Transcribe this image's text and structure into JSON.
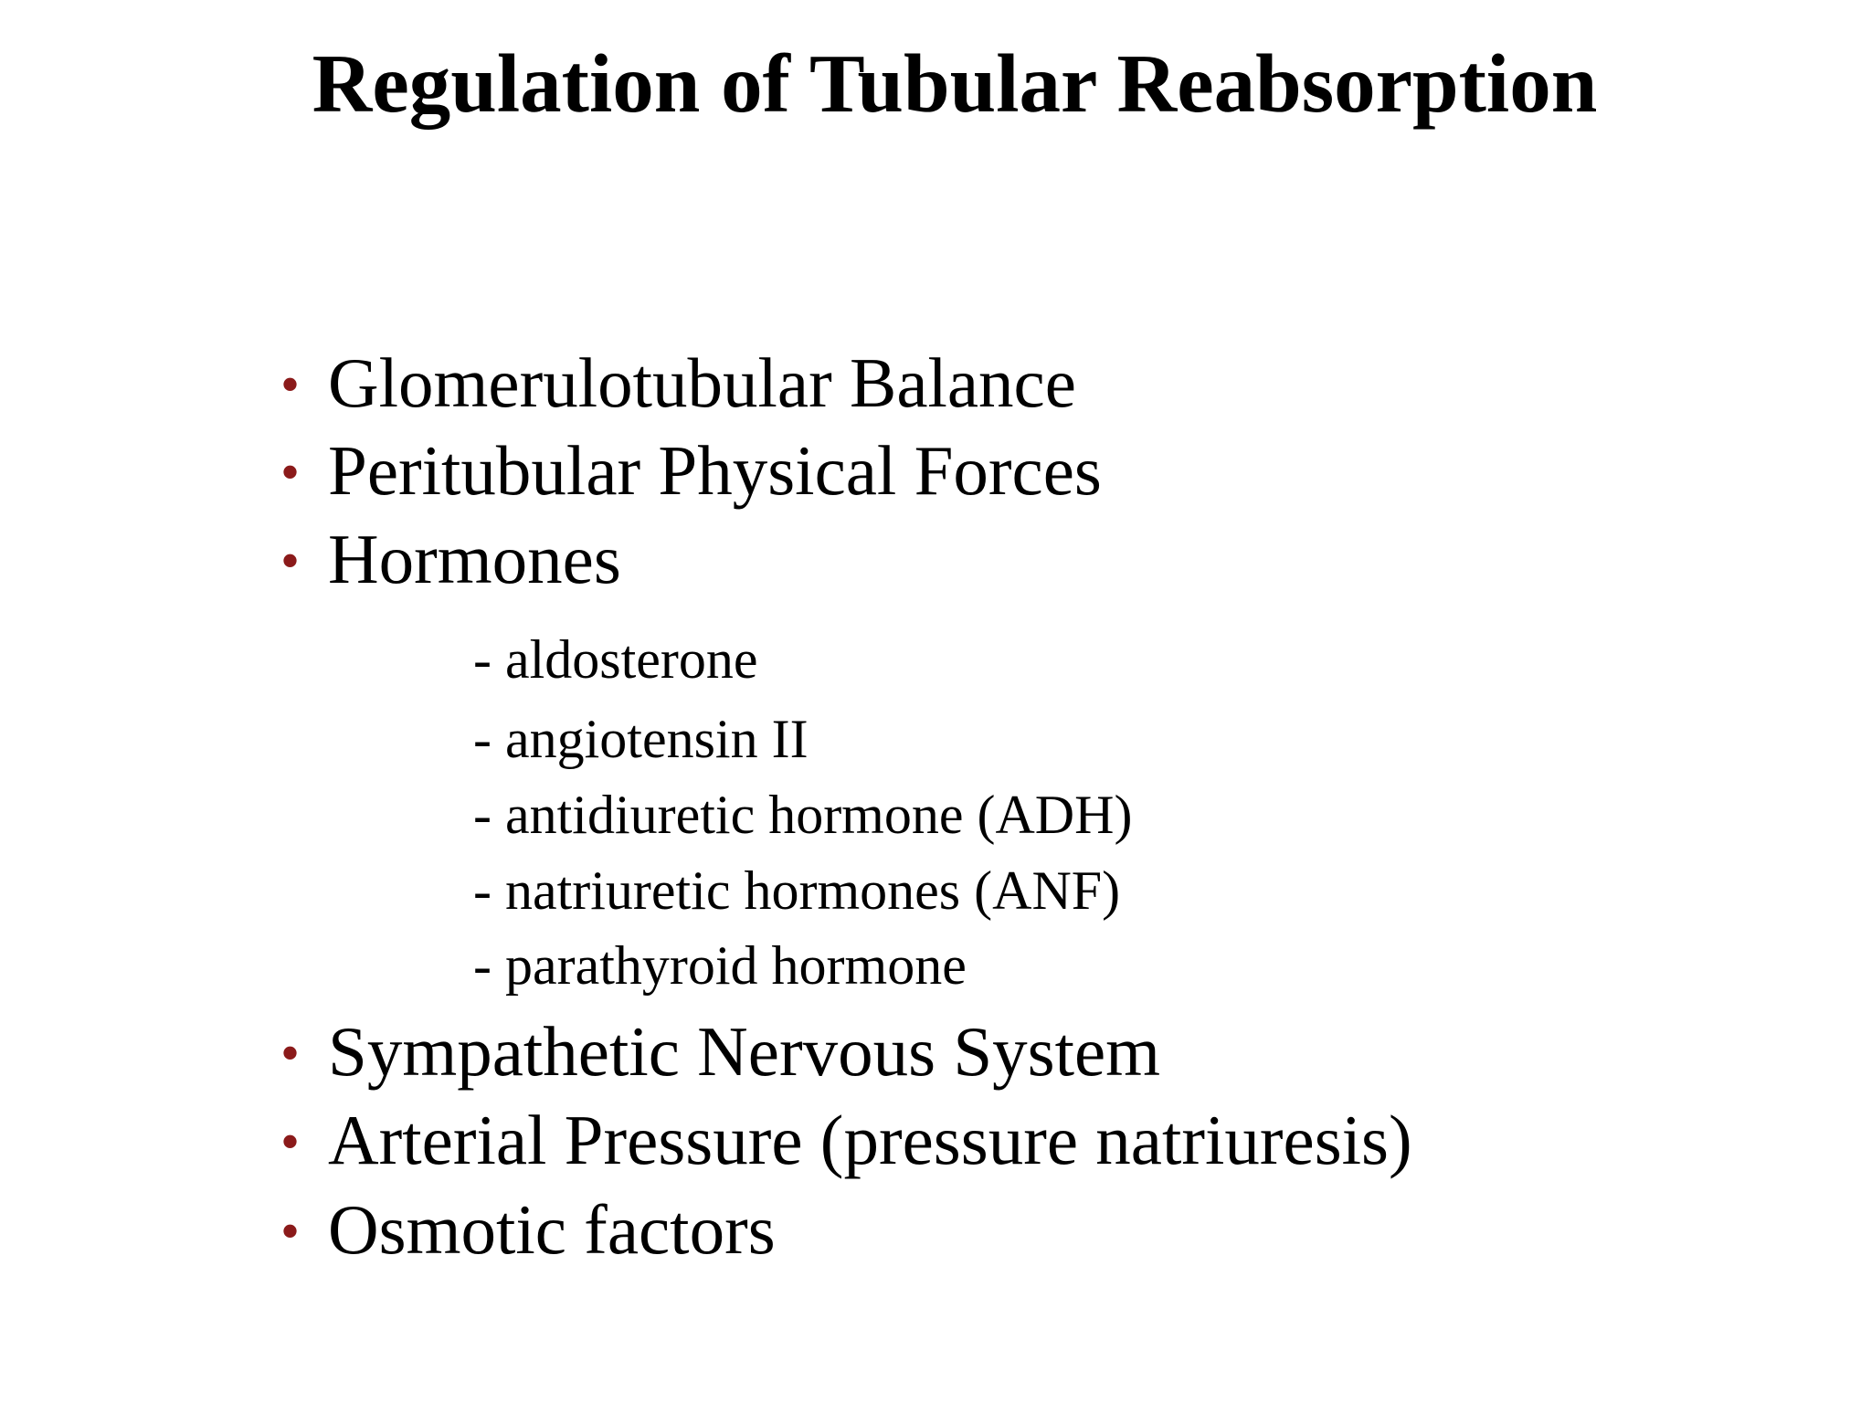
{
  "slide": {
    "title": "Regulation of Tubular Reabsorption",
    "bullet_marker": "•",
    "items_top": [
      "Glomerulotubular Balance",
      "Peritubular Physical Forces",
      "Hormones"
    ],
    "hormones": [
      "- aldosterone",
      "- angiotensin II",
      "- antidiuretic hormone (ADH)",
      "- natriuretic hormones (ANF)",
      "- parathyroid hormone"
    ],
    "items_bottom": [
      "Sympathetic Nervous System",
      "Arterial Pressure (pressure natriuresis)",
      "Osmotic factors"
    ],
    "colors": {
      "bullet": "#8b1a1a",
      "text": "#000000",
      "background": "#ffffff"
    }
  }
}
